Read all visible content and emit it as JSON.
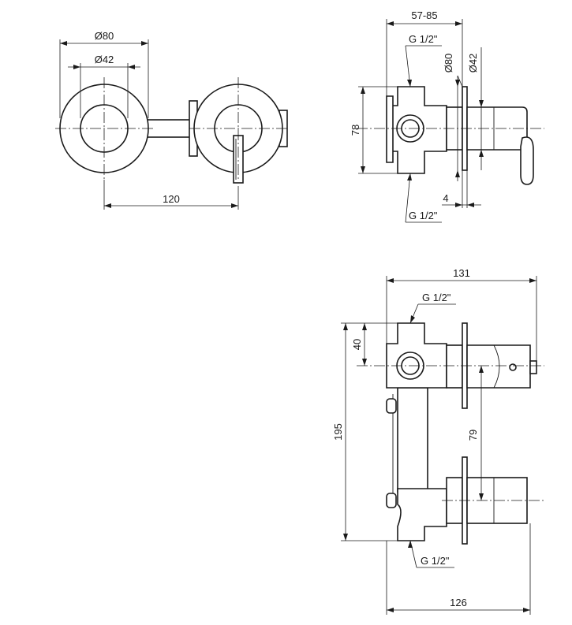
{
  "top_view": {
    "dim_outer_diameter": "Ø80",
    "dim_inner_diameter": "Ø42",
    "dim_center_distance": "120"
  },
  "side_view": {
    "dim_wall_depth": "57-85",
    "dim_flange_diameter": "Ø80",
    "dim_handle_diameter": "Ø42",
    "dim_height": "78",
    "dim_flange_thickness": "4",
    "thread_top": "G 1/2\"",
    "thread_bottom": "G 1/2\""
  },
  "front_view": {
    "dim_total_width": "131",
    "dim_body_width": "126",
    "dim_total_height": "195",
    "dim_inlet_offset": "40",
    "dim_valve_spacing": "79",
    "thread_top": "G 1/2\"",
    "thread_bottom": "G 1/2\""
  }
}
